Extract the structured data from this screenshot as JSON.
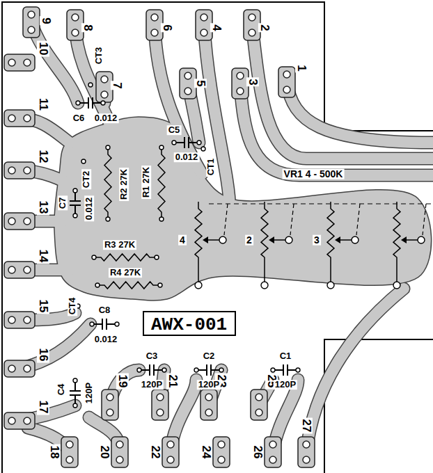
{
  "diagram": {
    "nodes": [
      {
        "text": [
          "AWX-001"
        ]
      }
    ],
    "labels": [
      "1",
      "2",
      "3",
      "4",
      "5",
      "6",
      "7",
      "8",
      "9",
      "10",
      "11",
      "12",
      "13",
      "14",
      "15",
      "16",
      "17",
      "18",
      "19",
      "20",
      "21",
      "22",
      "23",
      "24",
      "25",
      "26",
      "27",
      "CT3",
      "C6",
      "0.012",
      "C5",
      "0.012",
      "CT1",
      "CT2",
      "C7",
      "0.012",
      "R2 27K",
      "R1 27K",
      "R3 27K",
      "R4 27K",
      "CT4",
      "C8",
      "0.012",
      "VR1 4 - 500K",
      "4",
      "2",
      "3",
      "C4",
      "120P",
      "C3",
      "120P",
      "C2",
      "120P",
      "C1",
      "120P"
    ]
  }
}
